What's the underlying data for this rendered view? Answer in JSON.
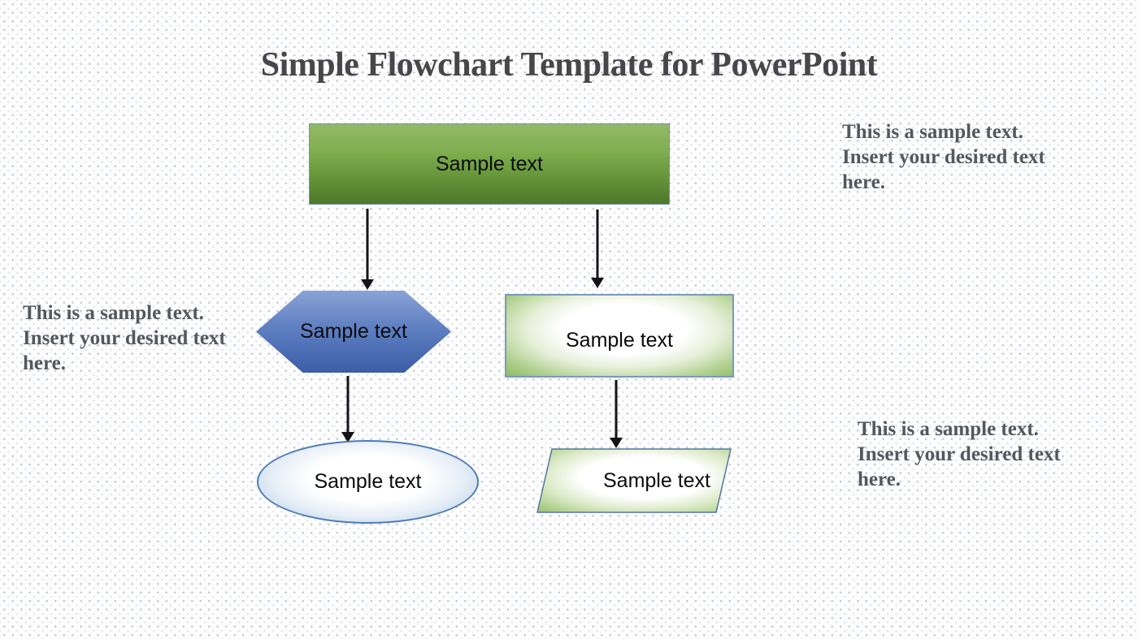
{
  "title": "Simple Flowchart Template for PowerPoint",
  "annotations": [
    {
      "id": "left",
      "text": "This is a sample text. Insert your desired text here."
    },
    {
      "id": "top-right",
      "text": "This is a sample text. Insert your desired text here."
    },
    {
      "id": "bottom-right",
      "text": "This is a sample text. Insert your desired text here."
    }
  ],
  "nodes": [
    {
      "id": "node-1",
      "shape": "rectangle",
      "style": "green-gradient-fill",
      "label": "Sample text"
    },
    {
      "id": "node-2",
      "shape": "hexagon",
      "style": "blue-gradient-fill",
      "label": "Sample text"
    },
    {
      "id": "node-3",
      "shape": "rectangle",
      "style": "green-radial-white-center",
      "label": "Sample text"
    },
    {
      "id": "node-4",
      "shape": "ellipse",
      "style": "blue-radial-white-center",
      "label": "Sample text"
    },
    {
      "id": "node-5",
      "shape": "parallelogram",
      "style": "green-radial-white-center",
      "label": "Sample text"
    }
  ],
  "connectors": [
    {
      "from": "node-1",
      "to": "node-2"
    },
    {
      "from": "node-1",
      "to": "node-3"
    },
    {
      "from": "node-2",
      "to": "node-4"
    },
    {
      "from": "node-3",
      "to": "node-5"
    }
  ],
  "colors": {
    "background": "#fdfdfd",
    "dot_pattern": "#aab4cc",
    "title_text": "#474747",
    "annotation_text": "#54585d",
    "node_label_text": "#0b0b0b",
    "green_gradient_top": "#93b968",
    "green_gradient_bottom": "#4c792a",
    "blue_gradient_top": "#8aa3d6",
    "blue_gradient_bottom": "#3a5ea7",
    "outline_rect_border": "#7b9aba",
    "ellipse_border": "#4f7cb5",
    "parallelogram_border": "#54779f",
    "green_rect_border": "#7191b8",
    "arrow": "#141414"
  }
}
